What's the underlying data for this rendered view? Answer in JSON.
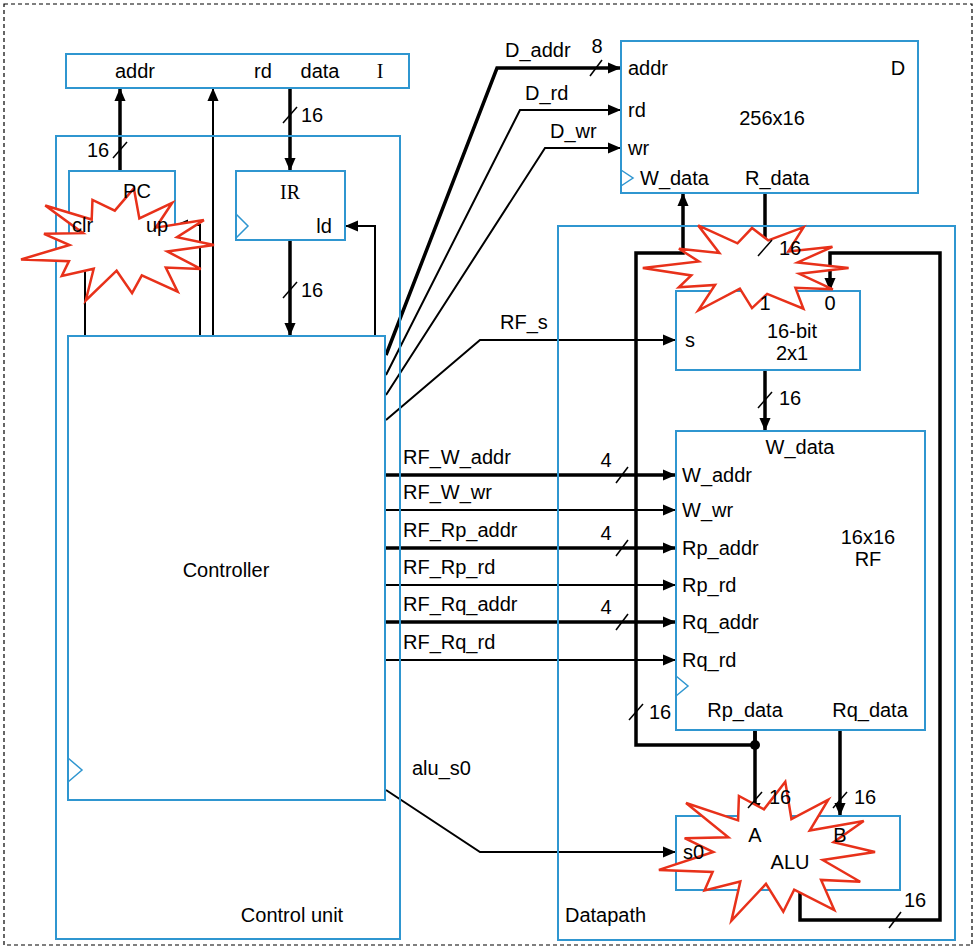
{
  "diagram": {
    "nodes": [
      {
        "text": [
          "addr",
          "rd",
          "data",
          "I"
        ]
      },
      {
        "text": [
          "Control unit"
        ]
      },
      {
        "text": [
          "PC",
          "clr",
          "up"
        ],
        "in": 1
      },
      {
        "text": [
          "IR",
          "ld"
        ],
        "in": 1
      },
      {
        "text": [
          "Controller"
        ],
        "in": 1
      },
      {
        "text": [
          "addr",
          "rd",
          "wr",
          "W_data",
          "R_data",
          "256x16",
          "D"
        ]
      },
      {
        "text": [
          "Datapath"
        ]
      },
      {
        "text": [
          "1",
          "0",
          "s",
          "16-bit 2x1"
        ],
        "in": 6
      },
      {
        "text": [
          "W_data",
          "W_addr",
          "W_wr",
          "Rp_addr",
          "Rp_rd",
          "Rq_addr",
          "Rq_rd",
          "16x16 RF",
          "Rp_data",
          "Rq_data"
        ],
        "in": 6
      },
      {
        "text": [
          "s0",
          "A",
          "B",
          "ALU"
        ],
        "in": 6
      }
    ],
    "edges": [
      {
        "from": 2,
        "to": 0,
        "arrow": "to"
      },
      {
        "from": 0,
        "to": 3,
        "arrow": "to"
      },
      {
        "from": 4,
        "to": 0,
        "arrow": "to"
      },
      {
        "from": 4,
        "to": 2,
        "arrow": "to"
      },
      {
        "from": 4,
        "to": 2,
        "arrow": "to"
      },
      {
        "from": 4,
        "to": 3,
        "arrow": "to"
      },
      {
        "from": 3,
        "to": 4,
        "arrow": "to"
      },
      {
        "from": 4,
        "to": 5,
        "label": "D_addr",
        "arrow": "to"
      },
      {
        "from": 4,
        "to": 5,
        "label": "D_rd",
        "arrow": "to"
      },
      {
        "from": 4,
        "to": 5,
        "label": "D_wr",
        "arrow": "to"
      },
      {
        "from": 4,
        "to": 7,
        "label": "RF_s",
        "arrow": "to"
      },
      {
        "from": 4,
        "to": 8,
        "label": "RF_W_addr",
        "arrow": "to"
      },
      {
        "from": 4,
        "to": 8,
        "label": "RF_W_wr",
        "arrow": "to"
      },
      {
        "from": 4,
        "to": 8,
        "label": "RF_Rp_addr",
        "arrow": "to"
      },
      {
        "from": 4,
        "to": 8,
        "label": "RF_Rp_rd",
        "arrow": "to"
      },
      {
        "from": 4,
        "to": 8,
        "label": "RF_Rq_addr",
        "arrow": "to"
      },
      {
        "from": 4,
        "to": 8,
        "label": "RF_Rq_rd",
        "arrow": "to"
      },
      {
        "from": 4,
        "to": 9,
        "label": "alu_s0",
        "arrow": "to"
      },
      {
        "from": 5,
        "to": 7,
        "arrow": "to"
      },
      {
        "from": 8,
        "to": 5,
        "arrow": "to"
      },
      {
        "from": 8,
        "to": 9,
        "arrow": "to"
      },
      {
        "from": 8,
        "to": 9,
        "arrow": "to"
      },
      {
        "from": 9,
        "to": 7,
        "arrow": "to"
      },
      {
        "from": 7,
        "to": 8,
        "arrow": "to"
      }
    ],
    "labels": [
      "16",
      "16",
      "16",
      "8",
      "4",
      "4",
      "4",
      "16",
      "16",
      "16",
      "16",
      "16",
      "16"
    ]
  }
}
